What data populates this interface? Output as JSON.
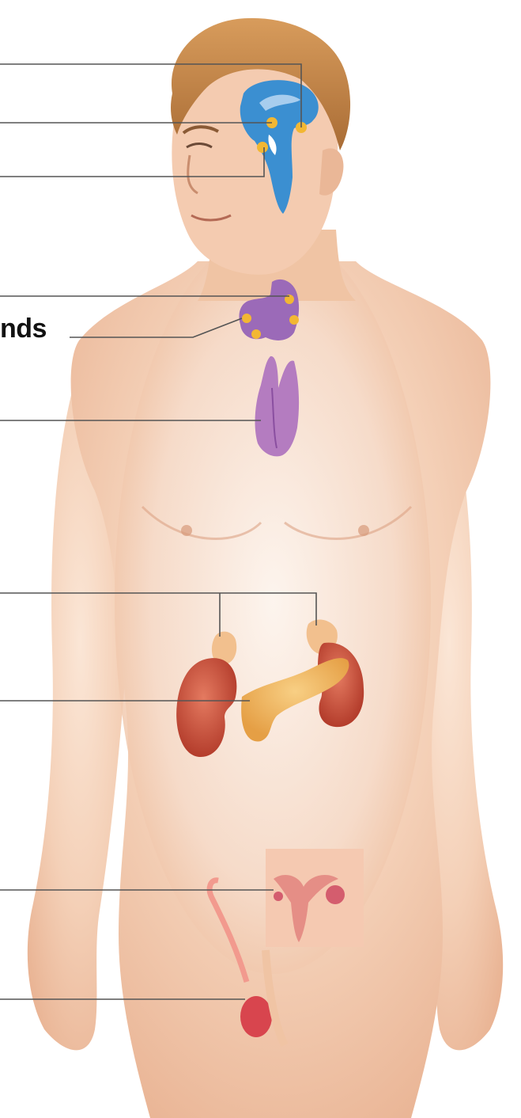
{
  "labels": {
    "parathyroid_partial": "nds"
  },
  "colors": {
    "background": "#ffffff",
    "skin": "#f2c7a8",
    "skin_shade": "#e3a583",
    "hair": "#c78a4e",
    "brain": "#3b8fd1",
    "thyroid": "#9b6ab8",
    "thymus": "#b47cc0",
    "kidney": "#c9503c",
    "adrenal": "#f2c08e",
    "pancreas": "#f0b259",
    "gland_dot": "#f2b733",
    "leader_line": "#555555",
    "text": "#111111"
  },
  "icons": [
    "head-illustration",
    "brain-pituitary-illustration",
    "thyroid-illustration",
    "thymus-illustration",
    "kidney-adrenal-illustration",
    "pancreas-illustration",
    "ovary-inset-illustration",
    "testis-illustration"
  ]
}
